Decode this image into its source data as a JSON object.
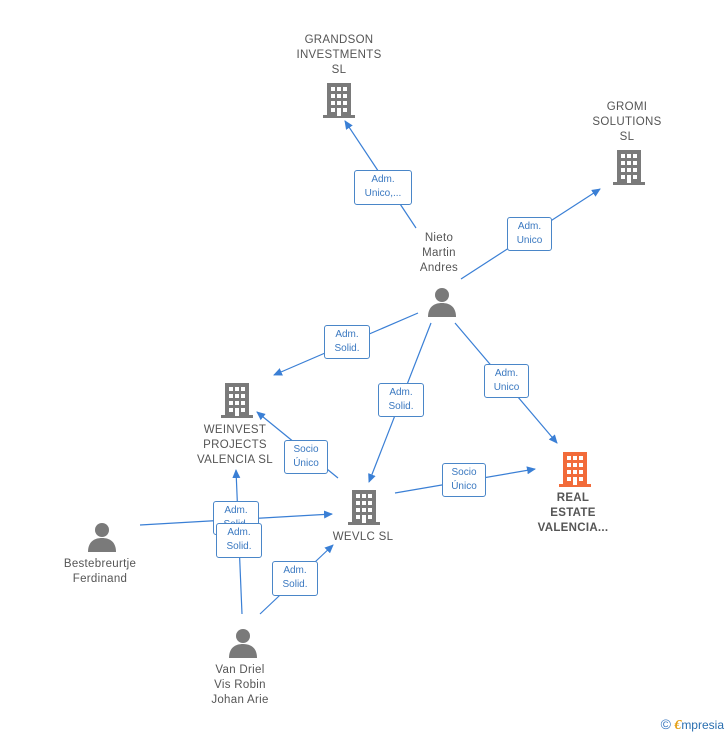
{
  "nodes": {
    "grandson": {
      "label": "GRANDSON\nINVESTMENTS\nSL",
      "kind": "company"
    },
    "gromi": {
      "label": "GROMI\nSOLUTIONS\nSL",
      "kind": "company"
    },
    "nieto": {
      "label": "Nieto\nMartin\nAndres",
      "kind": "person"
    },
    "weinvest": {
      "label": "WEINVEST\nPROJECTS\nVALENCIA  SL",
      "kind": "company"
    },
    "wevlc": {
      "label": "WEVLC  SL",
      "kind": "company"
    },
    "realestate": {
      "label": "REAL\nESTATE\nVALENCIA...",
      "kind": "company-main"
    },
    "bestebreurtje": {
      "label": "Bestebreurtje\nFerdinand",
      "kind": "person"
    },
    "vandriel": {
      "label": "Van Driel\nVis Robin\nJohan Arie",
      "kind": "person"
    }
  },
  "edges": {
    "e1": {
      "label": "Adm.\nUnico,..."
    },
    "e2": {
      "label": "Adm.\nUnico"
    },
    "e3": {
      "label": "Adm.\nSolid."
    },
    "e4": {
      "label": "Adm.\nSolid."
    },
    "e5": {
      "label": "Adm.\nUnico"
    },
    "e6": {
      "label": "Socio\nÚnico"
    },
    "e7": {
      "label": "Socio\nÚnico"
    },
    "e8": {
      "label": "Adm.\nSolid."
    },
    "e9": {
      "label": "Adm.\nSolid."
    },
    "e10": {
      "label": "Adm.\nSolid."
    }
  },
  "colors": {
    "edge": "#3a7fd5",
    "icon": "#7a7a7a",
    "icon_main": "#f26b3a",
    "label_border": "#4a86c8"
  },
  "footer": {
    "copyright": "©",
    "brand_initial": "€",
    "brand_rest": "mpresia"
  }
}
